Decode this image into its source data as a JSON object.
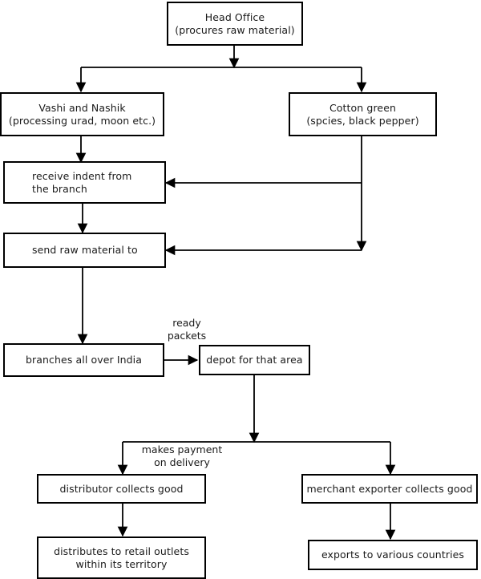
{
  "diagram": {
    "title": "Distribution flow chart",
    "background_color": "#ffffff",
    "line_color": "#000000",
    "text_color": "#1a1a1a",
    "nodes": {
      "head_office": "Head Office\n(procures raw material)",
      "vashi_nashik": "Vashi and Nashik\n(processing urad, moon etc.)",
      "cotton_green": "Cotton green\n(spcies, black pepper)",
      "receive_indent": "receive indent from\nthe branch",
      "send_raw_material": "send raw material to",
      "branches_india": "branches all over India",
      "depot_area": "depot for that area",
      "distributor_collects": "distributor collects good",
      "merchant_exporter_collects": "merchant exporter collects good",
      "distributes_retail": "distributes to retail outlets\nwithin its territory",
      "exports_countries": "exports to various countries"
    },
    "edge_labels": {
      "ready_packets": "ready\npackets",
      "makes_payment": "makes payment\non delivery"
    }
  }
}
